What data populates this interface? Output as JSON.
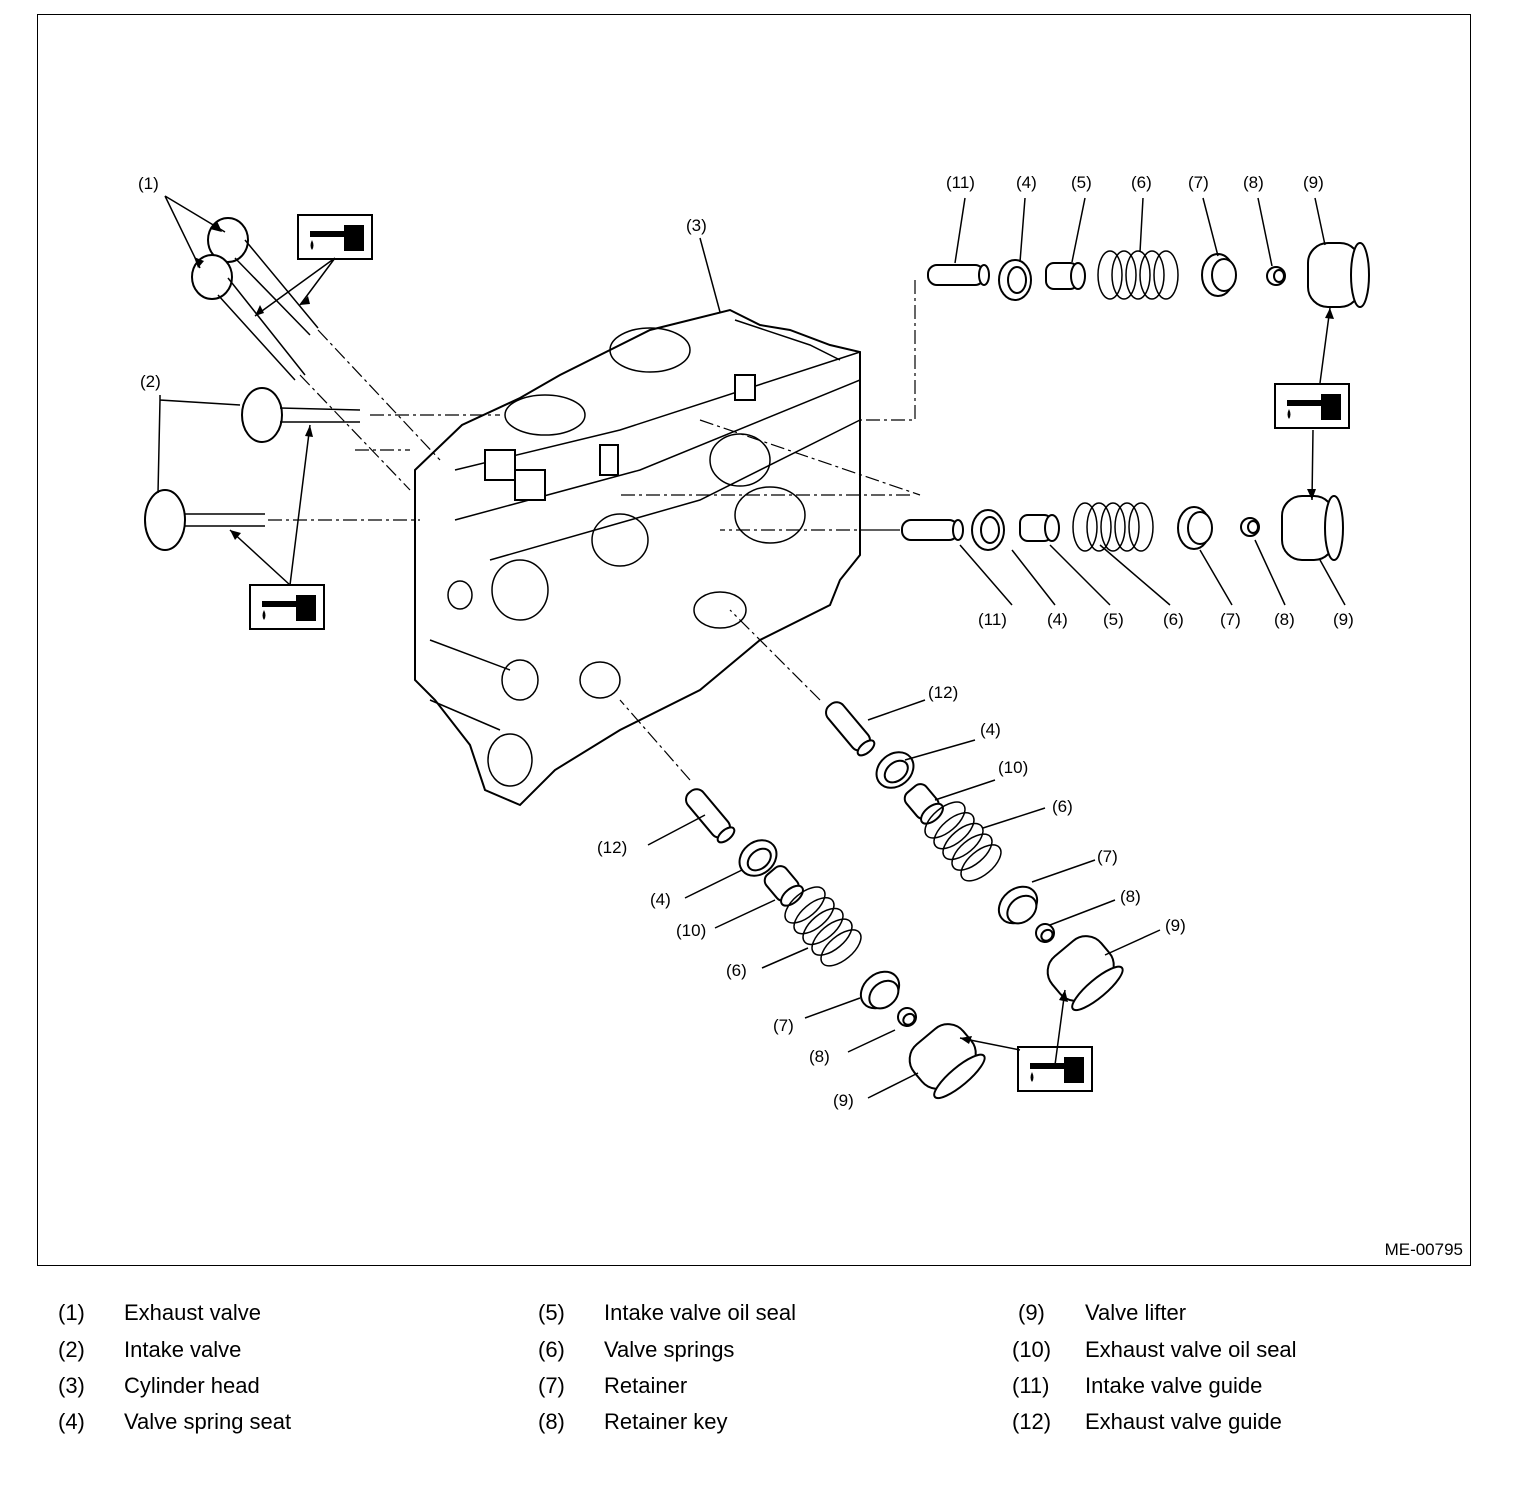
{
  "figure_code": "ME-00795",
  "callouts": {
    "c1": "(1)",
    "c2": "(2)",
    "c3": "(3)",
    "c11a": "(11)",
    "c4a": "(4)",
    "c5a": "(5)",
    "c6a": "(6)",
    "c7a": "(7)",
    "c8a": "(8)",
    "c9a": "(9)",
    "c11b": "(11)",
    "c4b": "(4)",
    "c5b": "(5)",
    "c6b": "(6)",
    "c7b": "(7)",
    "c8b": "(8)",
    "c9b": "(9)",
    "c12a": "(12)",
    "c4c": "(4)",
    "c10a": "(10)",
    "c6c": "(6)",
    "c7c": "(7)",
    "c8c": "(8)",
    "c9c": "(9)",
    "c12b": "(12)",
    "c4d": "(4)",
    "c10b": "(10)",
    "c6d": "(6)",
    "c7d": "(7)",
    "c8d": "(8)",
    "c9d": "(9)"
  },
  "legend": [
    {
      "num": "(1)",
      "label": "Exhaust valve"
    },
    {
      "num": "(2)",
      "label": "Intake valve"
    },
    {
      "num": "(3)",
      "label": "Cylinder head"
    },
    {
      "num": "(4)",
      "label": "Valve spring seat"
    },
    {
      "num": "(5)",
      "label": "Intake valve oil seal"
    },
    {
      "num": "(6)",
      "label": "Valve springs"
    },
    {
      "num": "(7)",
      "label": "Retainer"
    },
    {
      "num": "(8)",
      "label": "Retainer key"
    },
    {
      "num": "(9)",
      "label": "Valve lifter"
    },
    {
      "num": "(10)",
      "label": "Exhaust valve oil seal"
    },
    {
      "num": "(11)",
      "label": "Intake valve guide"
    },
    {
      "num": "(12)",
      "label": "Exhaust valve guide"
    }
  ],
  "icons": [
    "oil-can-icon"
  ]
}
